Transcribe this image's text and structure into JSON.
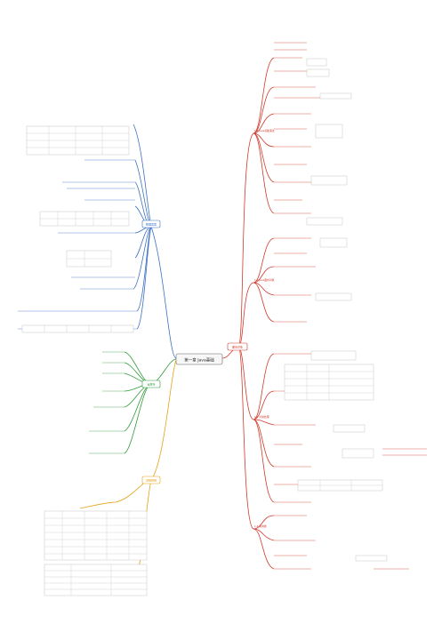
{
  "center": {
    "label": "第一章  Java基础"
  },
  "branches": {
    "left_top": {
      "label": "数据类型",
      "color": "#3a6fc4"
    },
    "left_mid": {
      "label": "运算符",
      "color": "#2f9a3a"
    },
    "left_bottom": {
      "label": "流程控制",
      "color": "#e3a21a"
    },
    "right": {
      "label": "面向对象",
      "color": "#d0392b"
    }
  },
  "right_sections": [
    {
      "label": "1.1 Java基础语法"
    },
    {
      "label": "1.2 Java面向对象"
    },
    {
      "label": "1.3 异常处理"
    },
    {
      "label": "1.4 常用类"
    }
  ],
  "colors": {
    "blue": "#3a6fc4",
    "green": "#2f9a3a",
    "orange": "#e3a21a",
    "red": "#d0392b",
    "center_fill": "#f7f7f7",
    "table_border": "#b8b8b8"
  }
}
